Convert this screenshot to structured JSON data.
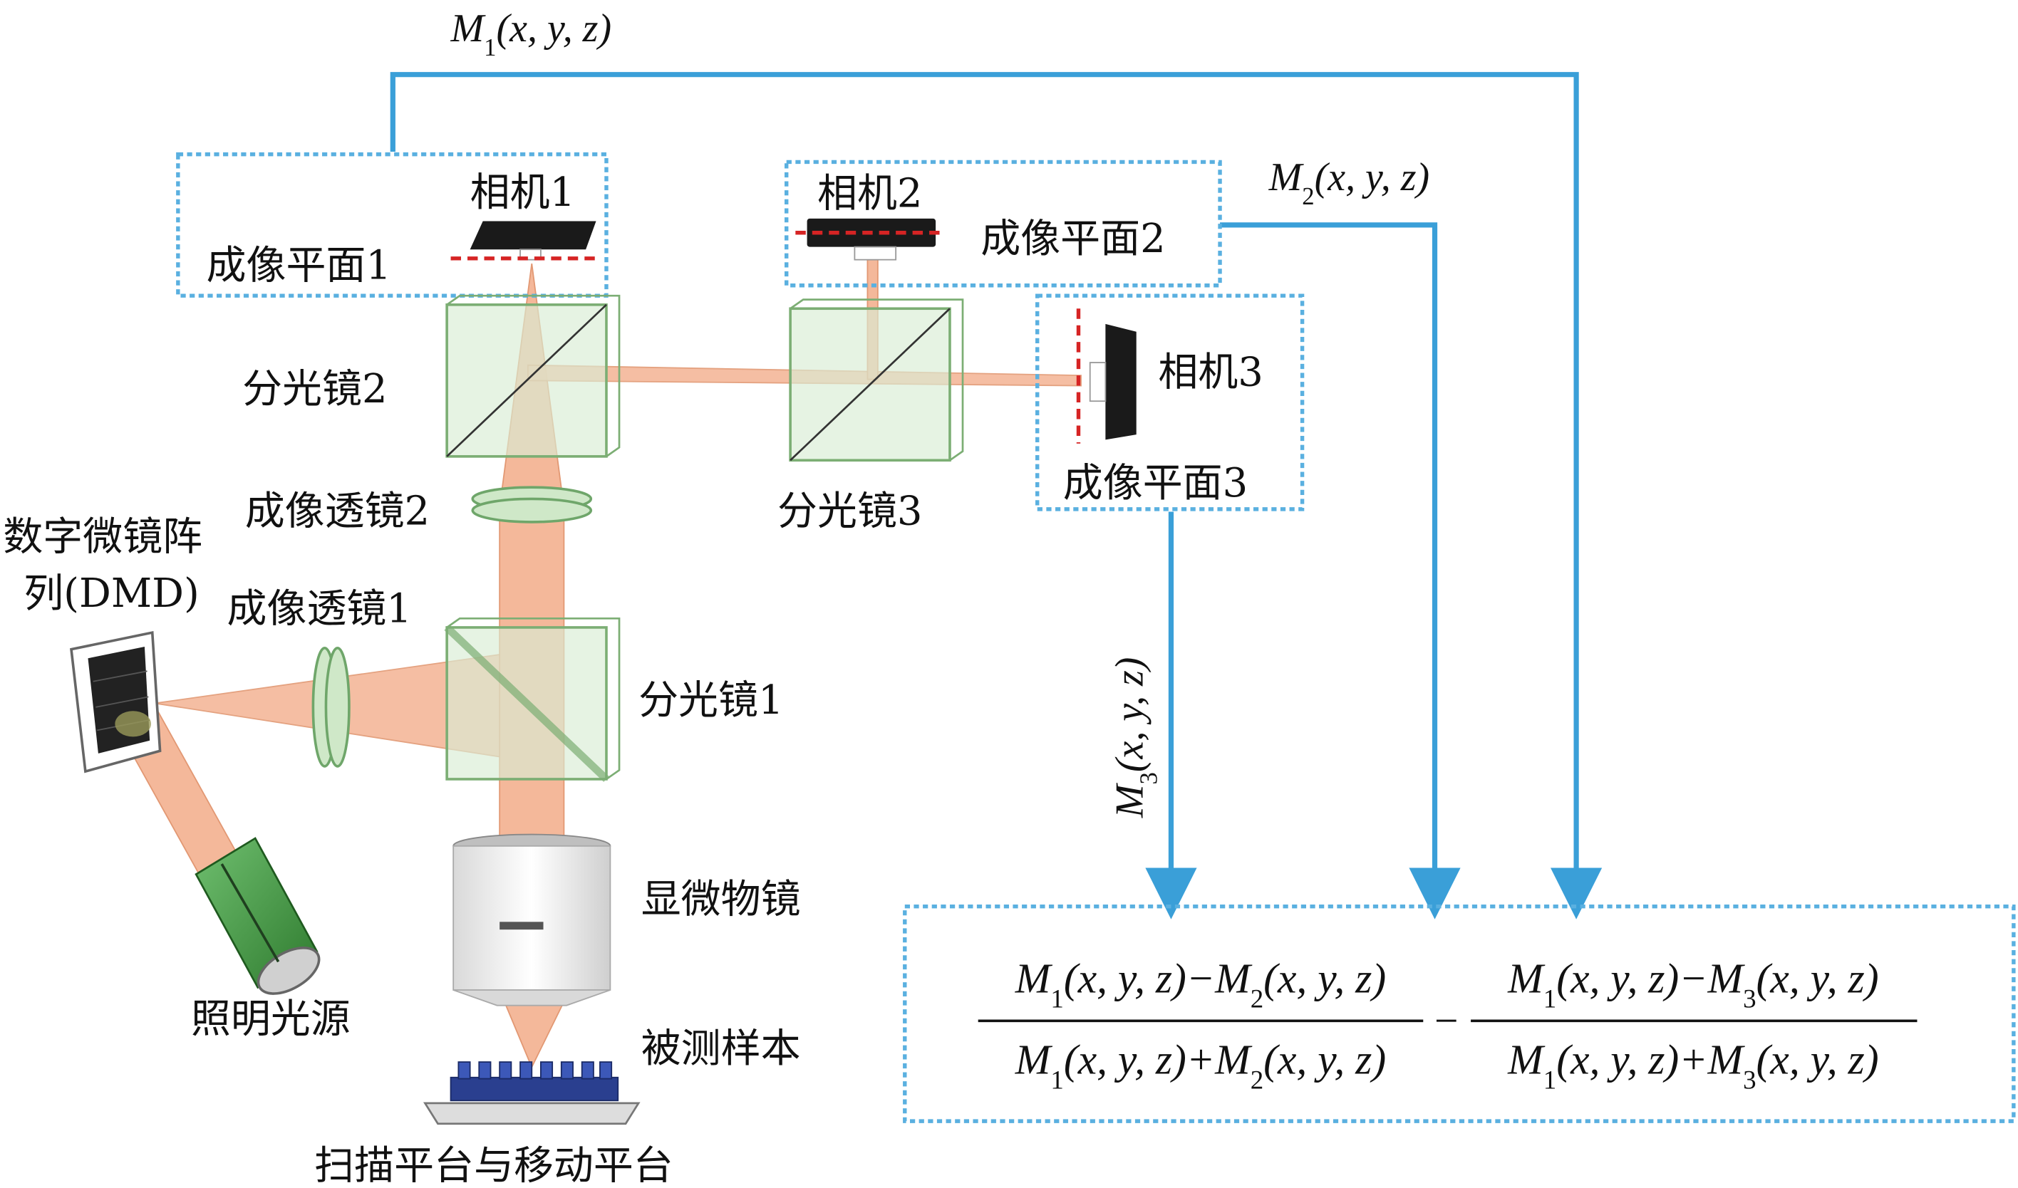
{
  "colors": {
    "signal_line": "#3a9fd8",
    "dashed_box": "#5ab0e0",
    "beam": "#f4b89a",
    "beam_edge": "#e29873",
    "cube_fill": "#d8ecd4",
    "cube_edge": "#7cae74",
    "imaging_plane": "#d62424",
    "camera": "#1a1a1a",
    "light_source": "#3c8f3c"
  },
  "signals": {
    "m1": "M1(x, y, z)",
    "m2": "M2(x, y, z)",
    "m3": "M3(x, y, z)"
  },
  "labels": {
    "camera1": "相机1",
    "imaging_plane1": "成像平面1",
    "camera2": "相机2",
    "imaging_plane2": "成像平面2",
    "camera3": "相机3",
    "imaging_plane3": "成像平面3",
    "beam_splitter2": "分光镜2",
    "beam_splitter3": "分光镜3",
    "beam_splitter1": "分光镜1",
    "imaging_lens2": "成像透镜2",
    "imaging_lens1": "成像透镜1",
    "dmd_line1": "数字微镜阵",
    "dmd_line2": "列(DMD)",
    "objective": "显微物镜",
    "sample": "被测样本",
    "light_source": "照明光源",
    "stage": "扫描平台与移动平台"
  },
  "formula": {
    "term1_numerator": "M1(x, y, z)−M2(x, y, z)",
    "term1_denominator": "M1(x, y, z)+M2(x, y, z)",
    "operator": "−",
    "term2_numerator": "M1(x, y, z)−M3(x, y, z)",
    "term2_denominator": "M1(x, y, z)+M3(x, y, z)"
  },
  "icons": [
    "camera-icon",
    "beam-splitter-icon",
    "lens-icon",
    "dmd-icon",
    "objective-icon",
    "light-source-icon",
    "sample-stage-icon"
  ]
}
